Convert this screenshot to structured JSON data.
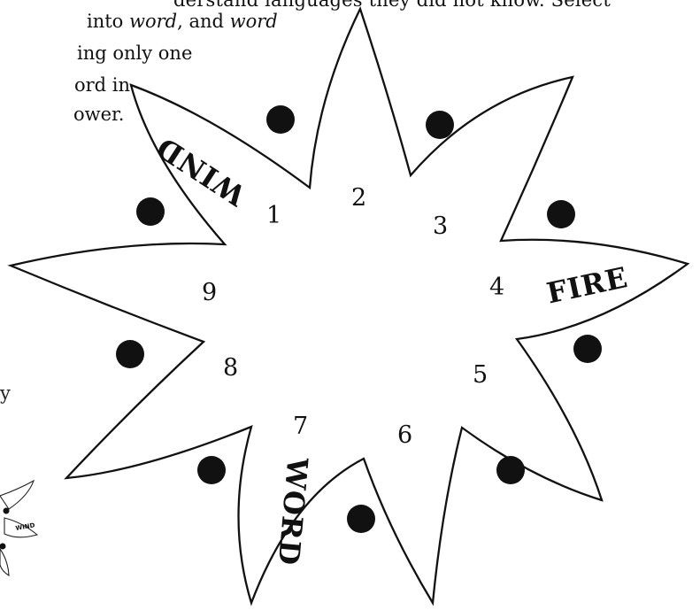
{
  "intro": {
    "line1": "derstand languages they did not know. Select",
    "line2_pre": "into ",
    "line2_em1": "word",
    "line2_mid": ", and ",
    "line2_em2": "word",
    "line3": "ing only one",
    "line4": "ord in",
    "line5": "ower."
  },
  "margin_letter": "y",
  "flower": {
    "petal_numbers": [
      "1",
      "2",
      "3",
      "4",
      "5",
      "6",
      "7",
      "8",
      "9"
    ],
    "words": {
      "wind": "WIND",
      "fire": "FIRE",
      "word": "WORD"
    },
    "thumbnail_word": "WIND",
    "dot_count": 9
  }
}
